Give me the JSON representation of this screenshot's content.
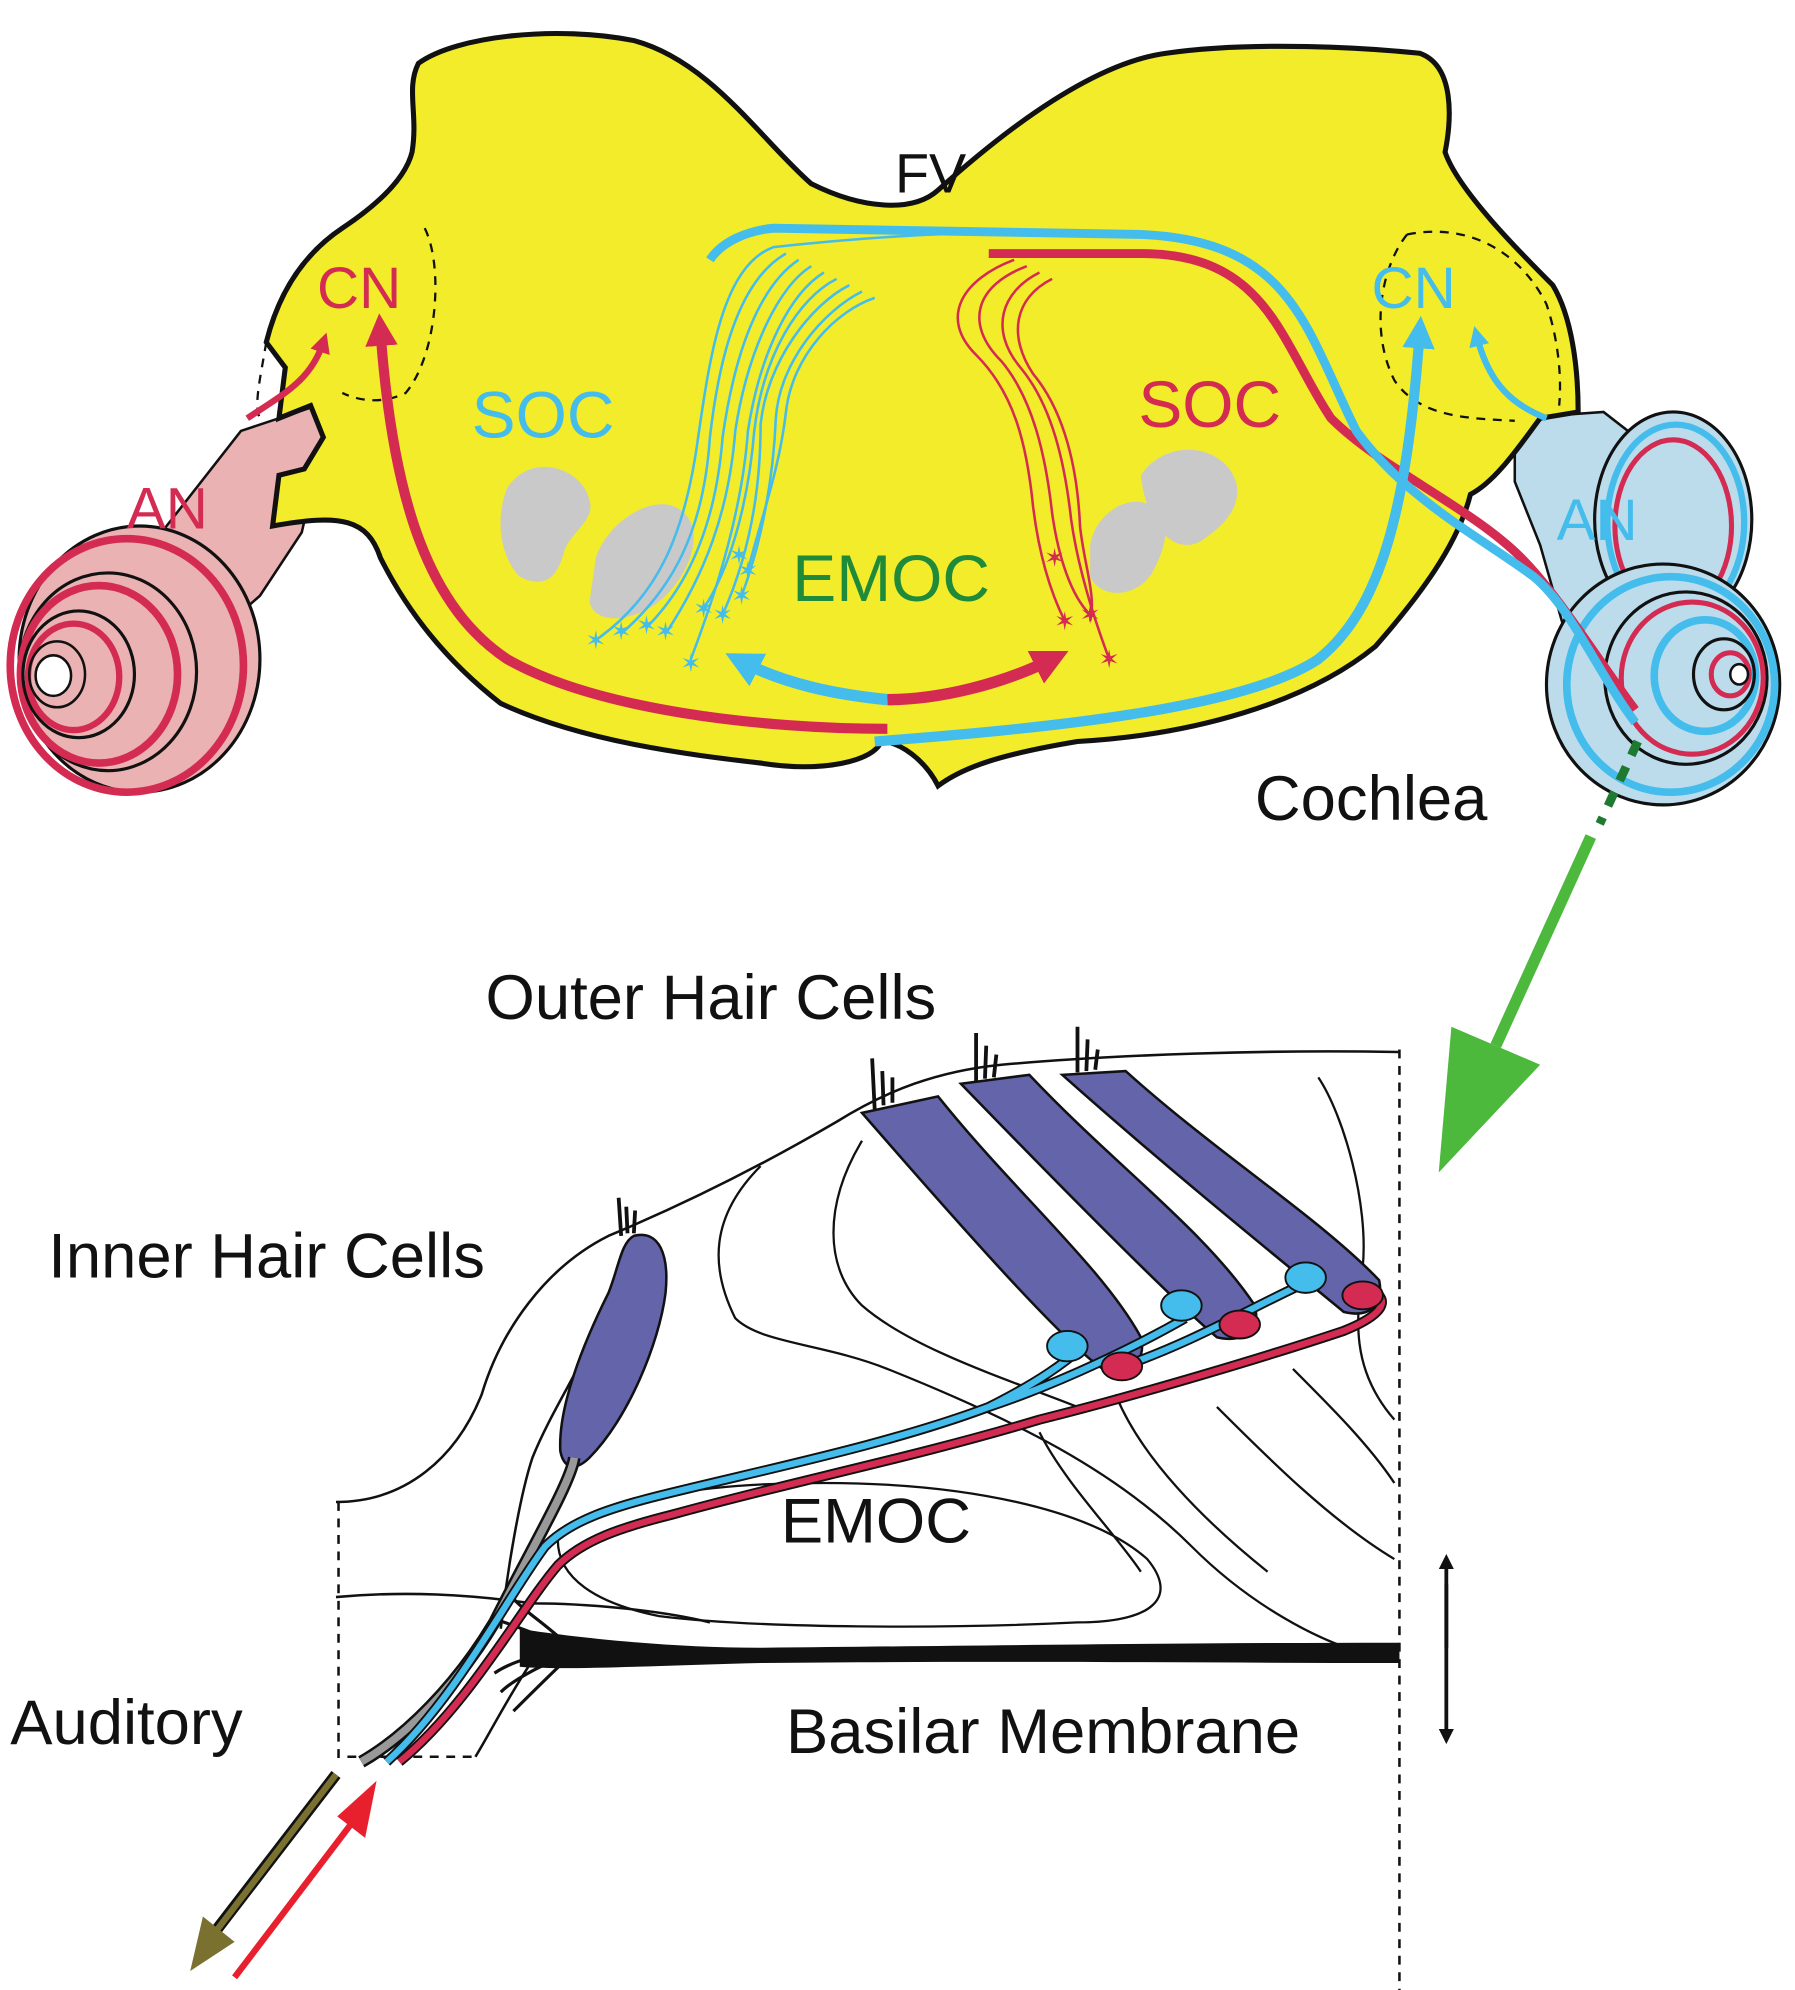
{
  "colors": {
    "brainstem": "#F2EC2A",
    "outline": "#111111",
    "red_pathway": "#D42B52",
    "blue_pathway": "#44BCEC",
    "left_ear_fill": "#EAB2B2",
    "right_ear_fill": "#BCDCEC",
    "soc_nucleus": "#C9C9C9",
    "hair_cell": "#6464AA",
    "emoc_text": "#1E8A3A",
    "zoom_arrow": "#4CB83C",
    "dark_green": "#1E7A30",
    "olive_arrow": "#7A7030",
    "red_arrow": "#E8202E"
  },
  "labels": {
    "fv": "FV",
    "cn_left": "CN",
    "cn_right": "CN",
    "soc_left": "SOC",
    "soc_right": "SOC",
    "an_left": "AN",
    "an_right": "AN",
    "emoc_top": "EMOC",
    "cochlea": "Cochlea",
    "outer_hair_cells": "Outer Hair Cells",
    "inner_hair_cells": "Inner Hair Cells",
    "emoc_bottom": "EMOC",
    "auditory": "Auditory",
    "basilar_membrane": "Basilar Membrane"
  }
}
